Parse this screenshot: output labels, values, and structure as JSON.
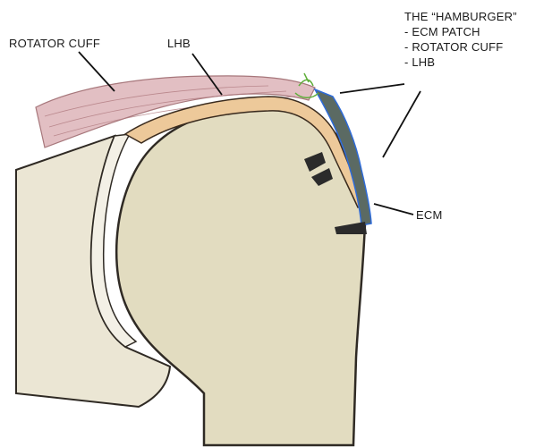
{
  "labels": {
    "rotator_cuff": "ROTATOR CUFF",
    "lhb": "LHB",
    "ecm": "ECM"
  },
  "legend": {
    "title": "THE “HAMBURGER”",
    "items": [
      "- ECM PATCH",
      "- ROTATOR CUFF",
      "- LHB"
    ]
  },
  "colors": {
    "bone_fill": "#e2dcc0",
    "bone_outline": "#2f2a24",
    "glenoid_fill": "#ebe6d4",
    "cartilage_fill": "#f3f0e6",
    "lhb_fill": "#edc99a",
    "lhb_outline": "#3a2b1e",
    "muscle_fill": "#d9aab0",
    "muscle_outline": "#8a4a50",
    "ecm_patch_fill": "#5b6a63",
    "ecm_outline": "#2e6bd8",
    "anchor_fill": "#2b2b2b",
    "suture_color": "#5fae3a"
  }
}
